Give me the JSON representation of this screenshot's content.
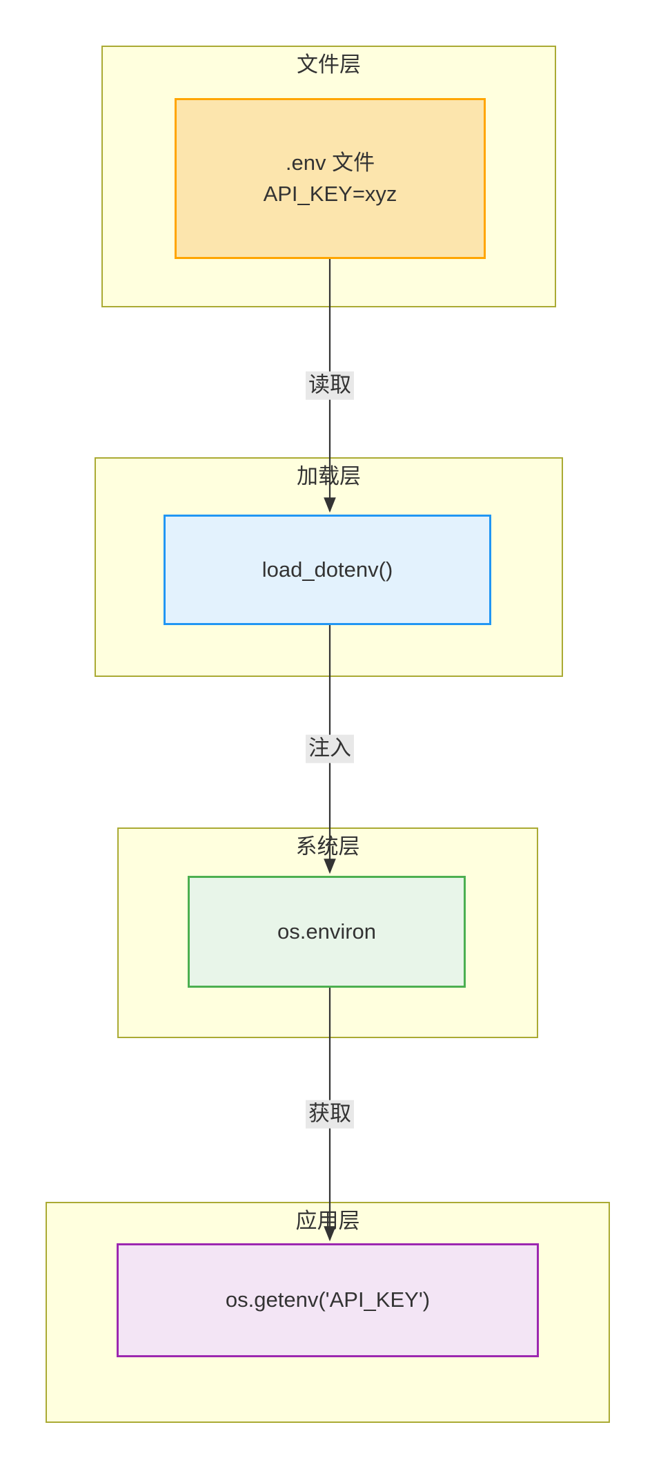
{
  "diagram": {
    "type": "flowchart-top-down",
    "title_visible": false,
    "background": "#ffffff",
    "group_fill": "#ffffde",
    "group_stroke": "#aaaa33",
    "edge_stroke": "#333333",
    "edge_label_bg": "#e8e8e8",
    "text_color": "#333333"
  },
  "layers": [
    {
      "id": "file-layer",
      "title": "文件层",
      "node": {
        "id": "env-file-node",
        "lines": [
          ".env 文件",
          "API_KEY=xyz"
        ],
        "fill": "#fce5ad",
        "stroke": "#ffa500"
      }
    },
    {
      "id": "loader-layer",
      "title": "加载层",
      "node": {
        "id": "load-dotenv-node",
        "lines": [
          "load_dotenv()"
        ],
        "fill": "#e3f2fd",
        "stroke": "#2196f3"
      }
    },
    {
      "id": "system-layer",
      "title": "系统层",
      "node": {
        "id": "os-environ-node",
        "lines": [
          "os.environ"
        ],
        "fill": "#e8f5e9",
        "stroke": "#4caf50"
      }
    },
    {
      "id": "app-layer",
      "title": "应用层",
      "node": {
        "id": "os-getenv-node",
        "lines": [
          "os.getenv('API_KEY')"
        ],
        "fill": "#f3e5f5",
        "stroke": "#9c27b0"
      }
    }
  ],
  "edges": [
    {
      "id": "edge-read",
      "label": "读取",
      "from": "env-file-node",
      "to": "load-dotenv-node"
    },
    {
      "id": "edge-inject",
      "label": "注入",
      "from": "load-dotenv-node",
      "to": "os-environ-node"
    },
    {
      "id": "edge-fetch",
      "label": "获取",
      "from": "os-environ-node",
      "to": "os-getenv-node"
    }
  ]
}
